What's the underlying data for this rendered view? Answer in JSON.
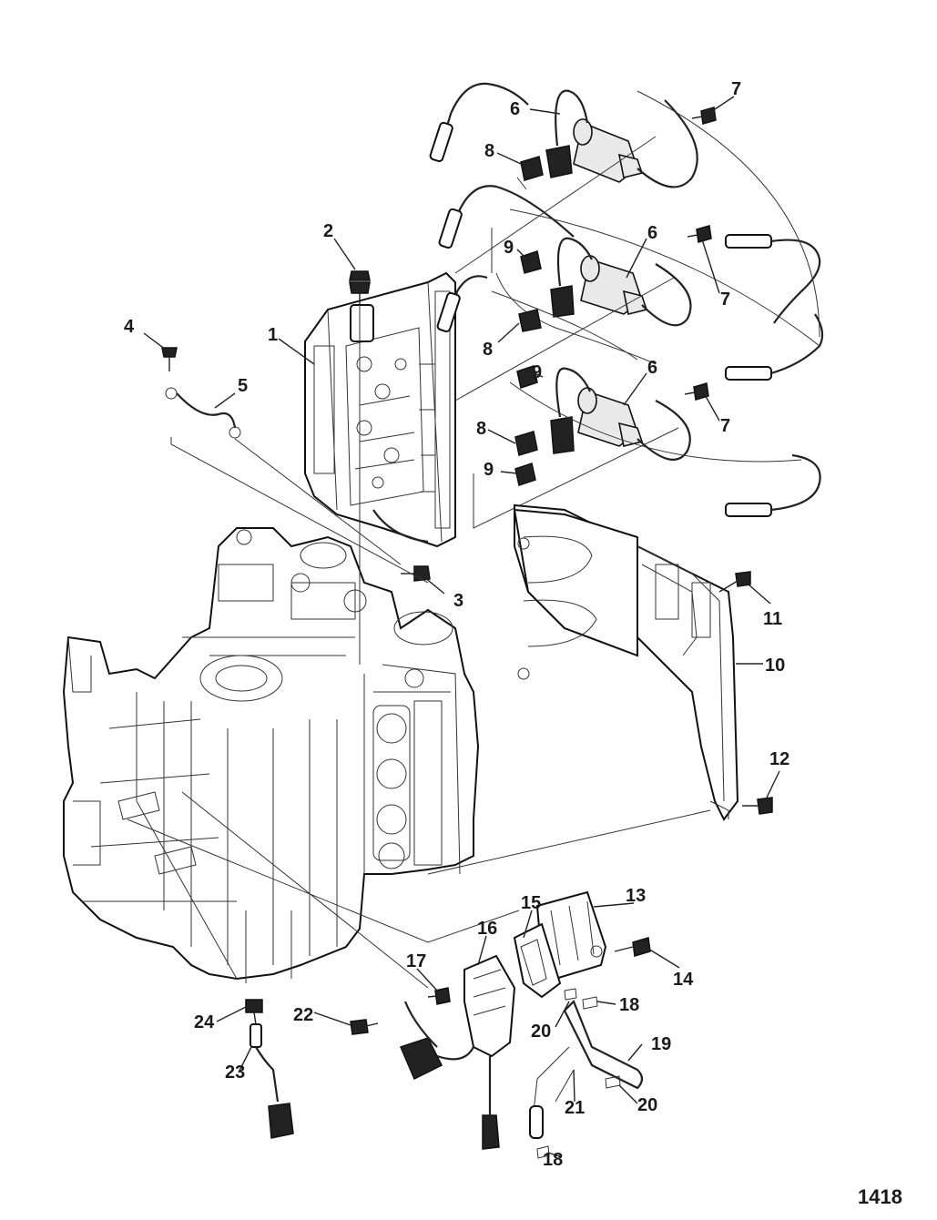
{
  "figure_number": "1418",
  "callouts": [
    {
      "id": "c1",
      "text": "1"
    },
    {
      "id": "c2",
      "text": "2"
    },
    {
      "id": "c3",
      "text": "3"
    },
    {
      "id": "c4",
      "text": "4"
    },
    {
      "id": "c5",
      "text": "5"
    },
    {
      "id": "c6a",
      "text": "6"
    },
    {
      "id": "c6b",
      "text": "6"
    },
    {
      "id": "c6c",
      "text": "6"
    },
    {
      "id": "c7a",
      "text": "7"
    },
    {
      "id": "c7b",
      "text": "7"
    },
    {
      "id": "c7c",
      "text": "7"
    },
    {
      "id": "c8a",
      "text": "8"
    },
    {
      "id": "c8b",
      "text": "8"
    },
    {
      "id": "c8c",
      "text": "8"
    },
    {
      "id": "c9a",
      "text": "9"
    },
    {
      "id": "c9b",
      "text": "9"
    },
    {
      "id": "c9c",
      "text": "9"
    },
    {
      "id": "c10",
      "text": "10"
    },
    {
      "id": "c11",
      "text": "11"
    },
    {
      "id": "c12",
      "text": "12"
    },
    {
      "id": "c13",
      "text": "13"
    },
    {
      "id": "c14",
      "text": "14"
    },
    {
      "id": "c15",
      "text": "15"
    },
    {
      "id": "c16",
      "text": "16"
    },
    {
      "id": "c17",
      "text": "17"
    },
    {
      "id": "c18a",
      "text": "18"
    },
    {
      "id": "c18b",
      "text": "18"
    },
    {
      "id": "c19",
      "text": "19"
    },
    {
      "id": "c20a",
      "text": "20"
    },
    {
      "id": "c20b",
      "text": "20"
    },
    {
      "id": "c21",
      "text": "21"
    },
    {
      "id": "c22",
      "text": "22"
    },
    {
      "id": "c23",
      "text": "23"
    },
    {
      "id": "c24",
      "text": "24"
    }
  ],
  "colors": {
    "ink": "#1a1a1a",
    "paper": "#ffffff"
  }
}
